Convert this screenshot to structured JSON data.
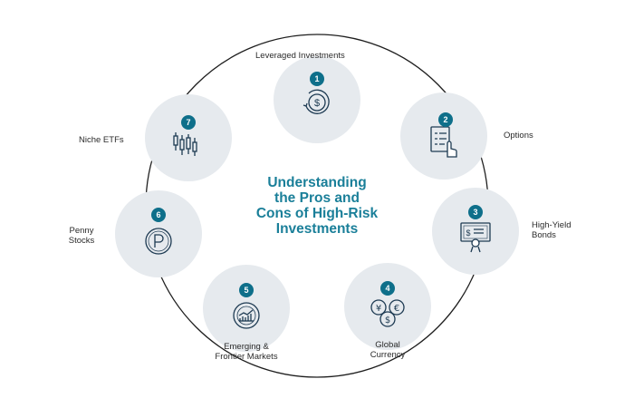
{
  "title": [
    "Understanding",
    "the Pros and",
    "Cons of High-Risk",
    "Investments"
  ],
  "items": [
    {
      "num": "1",
      "label": [
        "Leveraged Investments"
      ],
      "icon": "dollar-cycle-icon"
    },
    {
      "num": "2",
      "label": [
        "Options"
      ],
      "icon": "checklist-hand-icon"
    },
    {
      "num": "3",
      "label": [
        "High-Yield",
        "Bonds"
      ],
      "icon": "bond-certificate-icon"
    },
    {
      "num": "4",
      "label": [
        "Global",
        "Currency"
      ],
      "icon": "currency-coins-icon"
    },
    {
      "num": "5",
      "label": [
        "Emerging &",
        "Frontier Markets"
      ],
      "icon": "growth-chart-icon"
    },
    {
      "num": "6",
      "label": [
        "Penny",
        "Stocks"
      ],
      "icon": "penny-coin-icon"
    },
    {
      "num": "7",
      "label": [
        "Niche ETFs"
      ],
      "icon": "candlestick-icon"
    }
  ],
  "colors": {
    "accent": "#1a7f99",
    "badge": "#0e6f8a",
    "circle": "#e6eaee",
    "ring": "#1e1e1e",
    "icon": "#1d3a52"
  }
}
